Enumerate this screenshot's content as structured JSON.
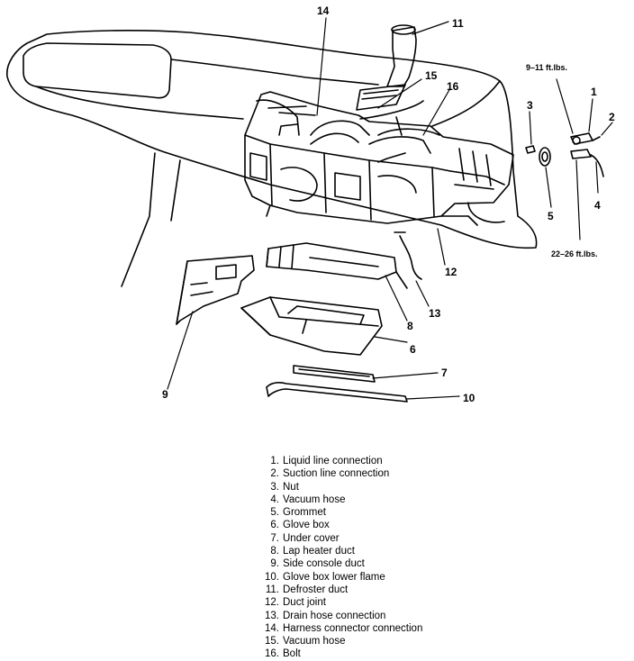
{
  "callouts": {
    "c1": "1",
    "c2": "2",
    "c3": "3",
    "c4": "4",
    "c5": "5",
    "c6": "6",
    "c7": "7",
    "c8": "8",
    "c9": "9",
    "c10": "10",
    "c11": "11",
    "c12": "12",
    "c13": "13",
    "c14": "14",
    "c15": "15",
    "c16": "16"
  },
  "torque": {
    "upper": "9–11 ft.lbs.",
    "lower": "22–26 ft.lbs."
  },
  "legend": {
    "items": [
      {
        "num": "1.",
        "label": "Liquid line connection"
      },
      {
        "num": "2.",
        "label": "Suction line connection"
      },
      {
        "num": "3.",
        "label": "Nut"
      },
      {
        "num": "4.",
        "label": "Vacuum hose"
      },
      {
        "num": "5.",
        "label": "Grommet"
      },
      {
        "num": "6.",
        "label": "Glove box"
      },
      {
        "num": "7.",
        "label": "Under cover"
      },
      {
        "num": "8.",
        "label": "Lap heater duct"
      },
      {
        "num": "9.",
        "label": "Side console duct"
      },
      {
        "num": "10.",
        "label": "Glove box lower flame"
      },
      {
        "num": "11.",
        "label": "Defroster duct"
      },
      {
        "num": "12.",
        "label": "Duct joint"
      },
      {
        "num": "13.",
        "label": "Drain hose connection"
      },
      {
        "num": "14.",
        "label": "Harness connector connection"
      },
      {
        "num": "15.",
        "label": "Vacuum hose"
      },
      {
        "num": "16.",
        "label": "Bolt"
      }
    ]
  }
}
